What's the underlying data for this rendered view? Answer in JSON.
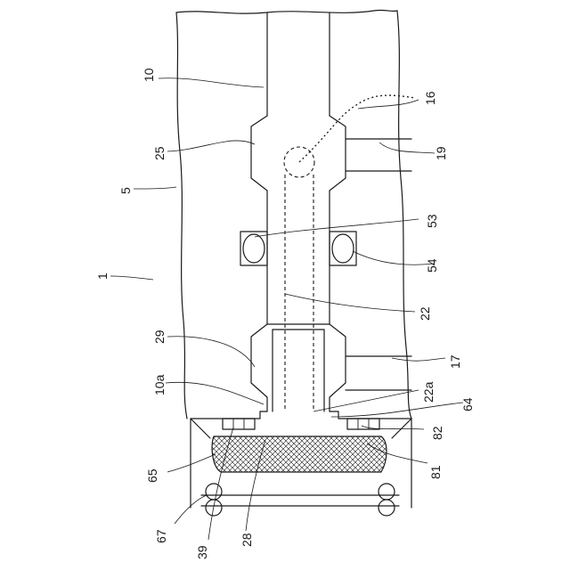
{
  "labels": {
    "l10": "10",
    "l16": "16",
    "l25": "25",
    "l19": "19",
    "l5": "5",
    "l53": "53",
    "l54": "54",
    "l1": "1",
    "l22": "22",
    "l29": "29",
    "l17": "17",
    "l10a": "10a",
    "l22a": "22a",
    "l64": "64",
    "l82": "82",
    "l65": "65",
    "l81": "81",
    "l67": "67",
    "l39": "39",
    "l28": "28"
  }
}
